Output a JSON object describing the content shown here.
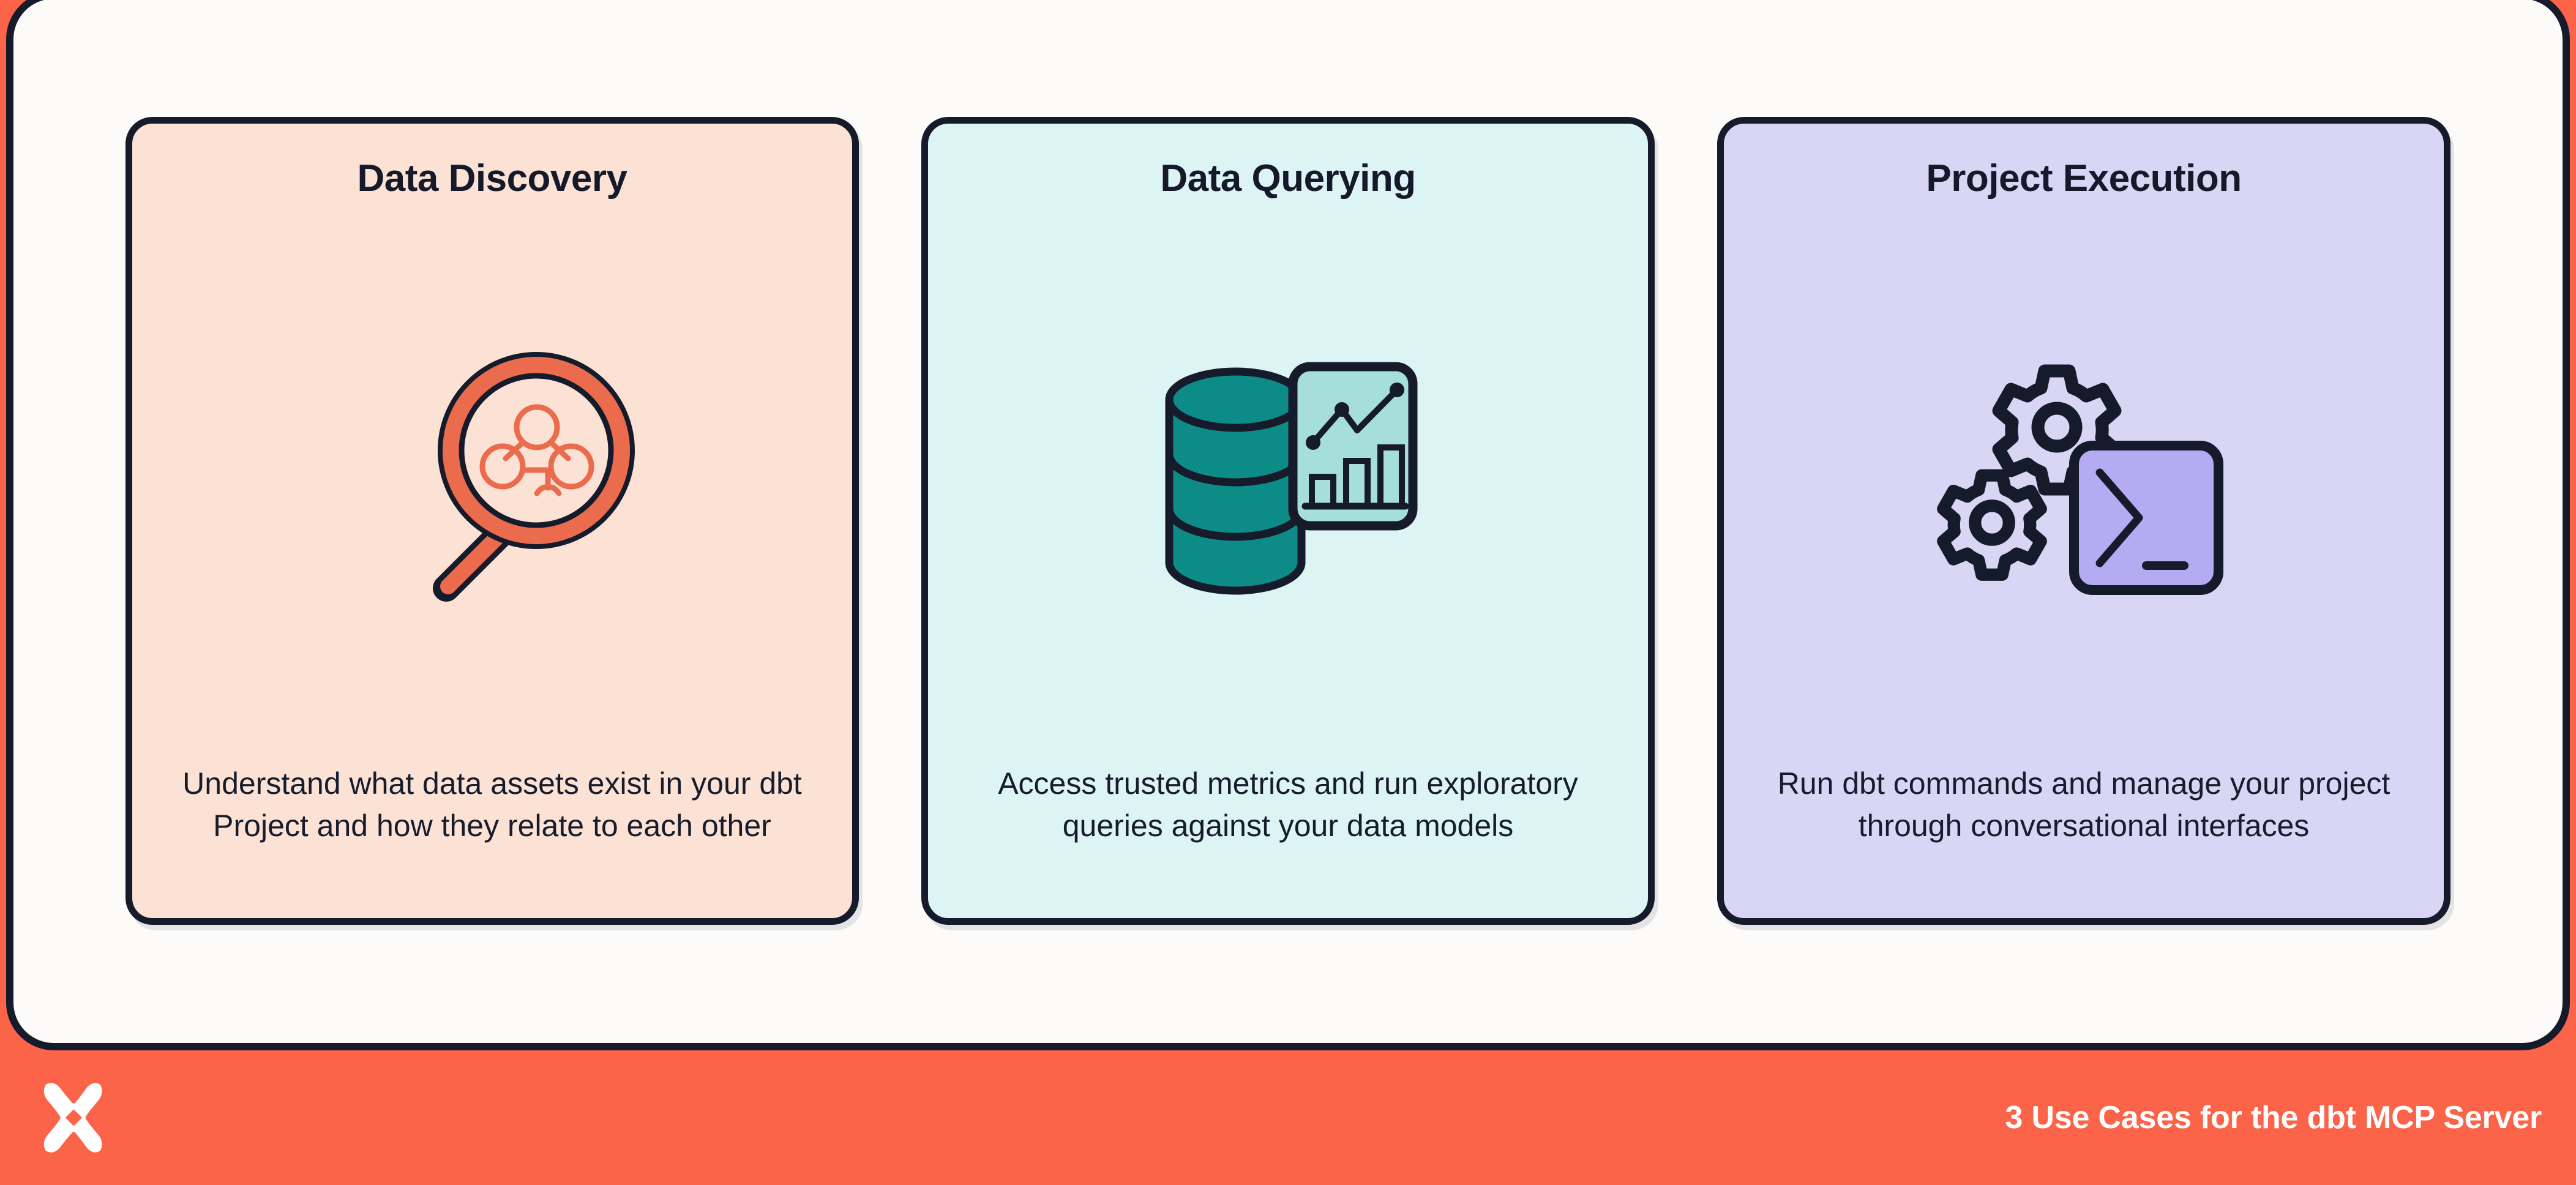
{
  "footer": {
    "caption": "3 Use Cases for the dbt MCP Server",
    "logo_icon": "dbt-logo-icon",
    "background_color": "#FC6449",
    "text_color": "#FFFFFF"
  },
  "panel": {
    "background_color": "#FCFBFA",
    "border_color": "#161B2B"
  },
  "cards": [
    {
      "id": "data-discovery",
      "title": "Data Discovery",
      "body": "Understand what data assets exist in your dbt Project and how they relate to each other",
      "icon": "magnifying-glass-graph-icon",
      "background_color": "#FBE2D4",
      "accent_color": "#EA6C4D",
      "border_color": "#161B2B"
    },
    {
      "id": "data-querying",
      "title": "Data Querying",
      "body": "Access trusted metrics and run exploratory queries against your data models",
      "icon": "database-chart-icon",
      "background_color": "#DCF4F3",
      "accent_color": "#0D8C87",
      "border_color": "#161B2B"
    },
    {
      "id": "project-execution",
      "title": "Project Execution",
      "body": "Run dbt commands and manage your project through conversational interfaces",
      "icon": "gears-terminal-icon",
      "background_color": "#D8D5F5",
      "accent_color": "#B4ABF2",
      "border_color": "#161B2B"
    }
  ]
}
